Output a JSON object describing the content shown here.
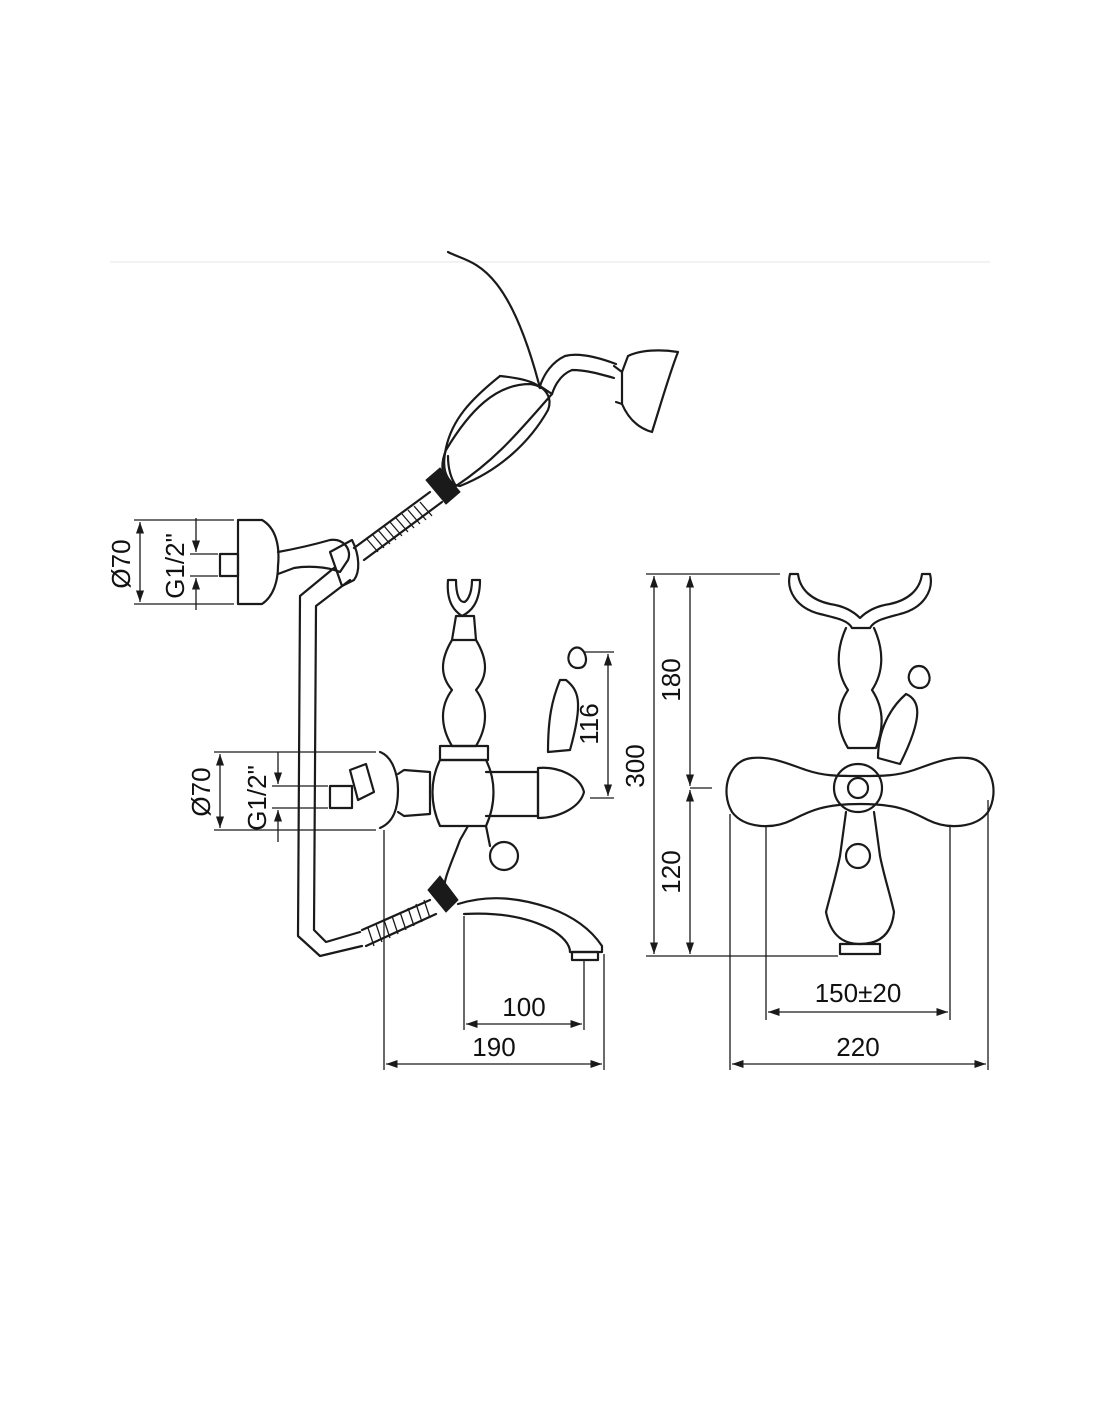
{
  "diagram": {
    "colors": {
      "line": "#1a1a1a",
      "background": "#ffffff"
    },
    "dimensions": {
      "handshower_bracket_diameter": "Ø70",
      "handshower_bracket_thread": "G1/2\"",
      "mixer_wall_diameter": "Ø70",
      "mixer_wall_thread": "G1/2\"",
      "handle_height": "116",
      "total_height": "300",
      "upper_height": "180",
      "lower_height": "120",
      "spout_reach": "100",
      "total_depth": "190",
      "centre_distance": "150±20",
      "total_width": "220"
    }
  }
}
